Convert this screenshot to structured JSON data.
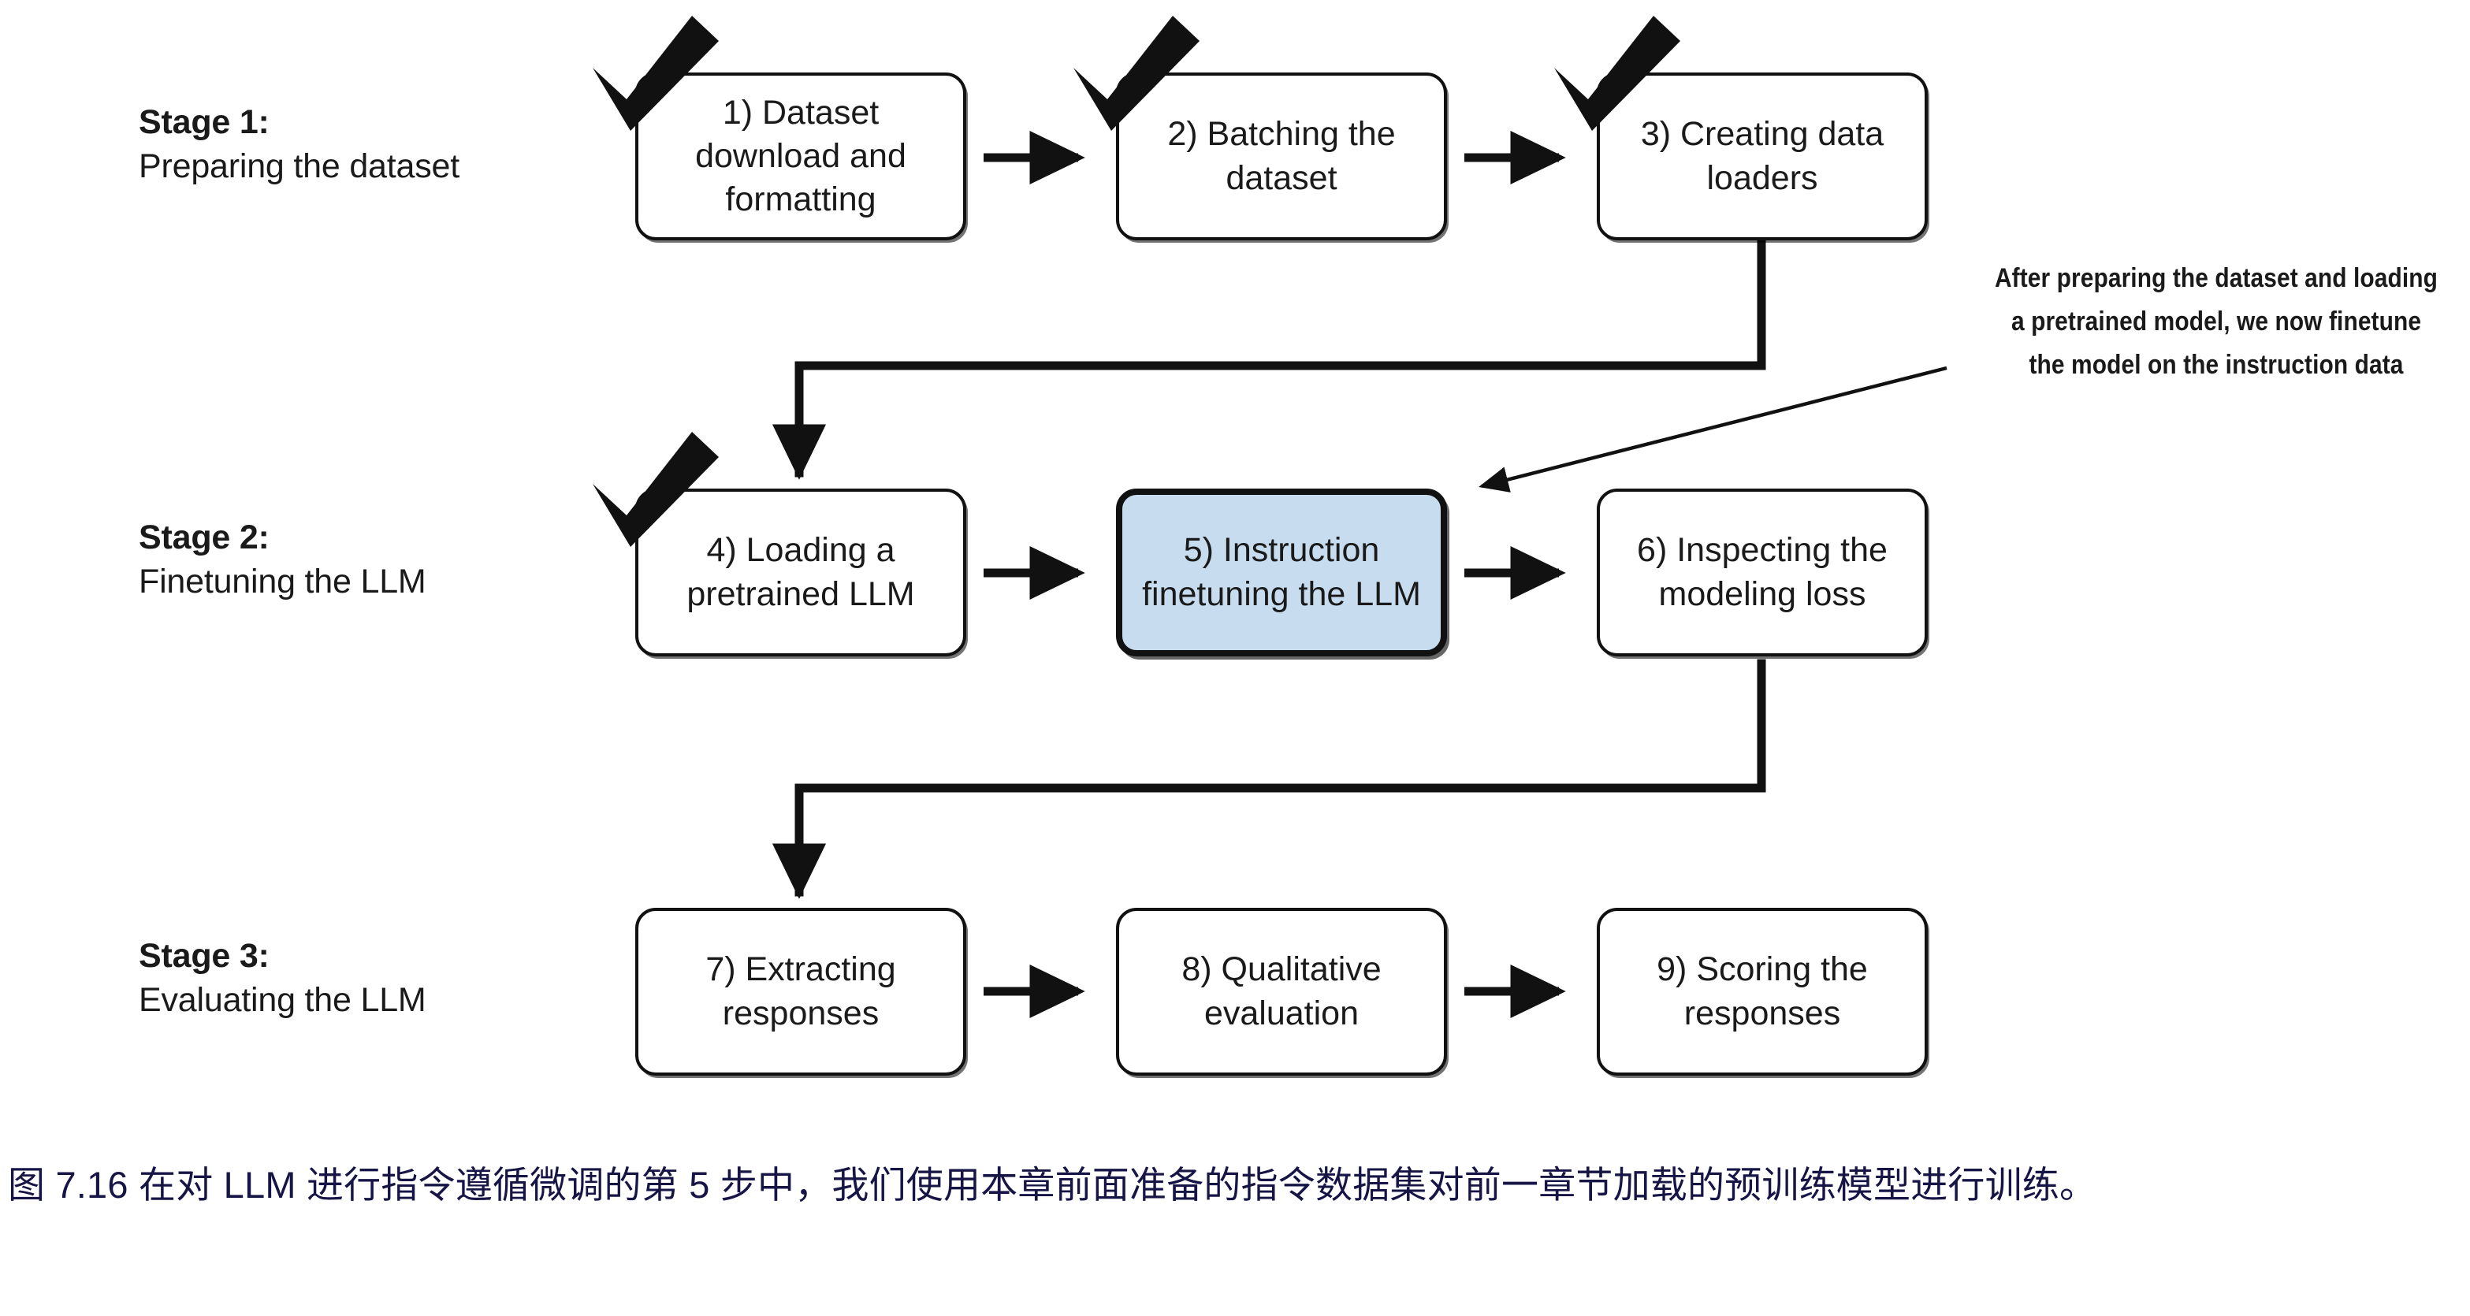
{
  "figure": {
    "stages": [
      {
        "title": "Stage 1:",
        "subtitle": "Preparing the dataset"
      },
      {
        "title": "Stage 2:",
        "subtitle": "Finetuning the LLM"
      },
      {
        "title": "Stage 3:",
        "subtitle": "Evaluating the LLM"
      }
    ],
    "nodes": [
      {
        "id": "n1",
        "label": "1) Dataset download and formatting",
        "completed": true,
        "highlighted": false
      },
      {
        "id": "n2",
        "label": "2) Batching the dataset",
        "completed": true,
        "highlighted": false
      },
      {
        "id": "n3",
        "label": "3) Creating data loaders",
        "completed": true,
        "highlighted": false
      },
      {
        "id": "n4",
        "label": "4) Loading a pretrained LLM",
        "completed": true,
        "highlighted": false
      },
      {
        "id": "n5",
        "label": "5) Instruction finetuning the LLM",
        "completed": false,
        "highlighted": true
      },
      {
        "id": "n6",
        "label": "6) Inspecting the modeling loss",
        "completed": false,
        "highlighted": false
      },
      {
        "id": "n7",
        "label": "7) Extracting responses",
        "completed": false,
        "highlighted": false
      },
      {
        "id": "n8",
        "label": "8) Qualitative evaluation",
        "completed": false,
        "highlighted": false
      },
      {
        "id": "n9",
        "label": "9) Scoring the responses",
        "completed": false,
        "highlighted": false
      }
    ],
    "annotation": "After preparing the dataset and loading a pretrained model, we now finetune the model on the instruction data",
    "caption": "图 7.16 在对 LLM 进行指令遵循微调的第 5 步中，我们使用本章前面准备的指令数据集对前一章节加载的预训练模型进行训练。",
    "colors": {
      "highlight_fill": "#c7dcee",
      "node_fill": "#ffffff",
      "stroke": "#111111",
      "text": "#1a1a1a",
      "caption": "#161545"
    }
  }
}
